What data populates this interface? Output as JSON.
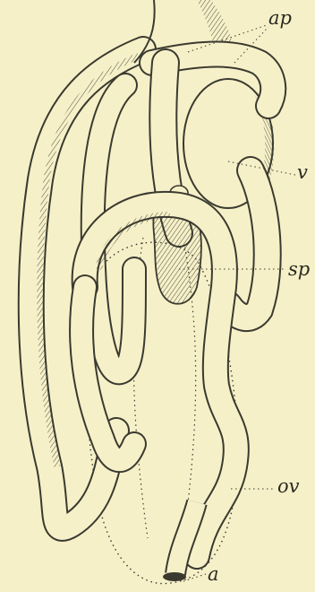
{
  "figure": {
    "background": "#f6f0c8",
    "ink": "#2a2a22",
    "labels": {
      "ap": "ap",
      "v": "v",
      "sp": "sp",
      "ov": "ov",
      "a": "a"
    }
  }
}
